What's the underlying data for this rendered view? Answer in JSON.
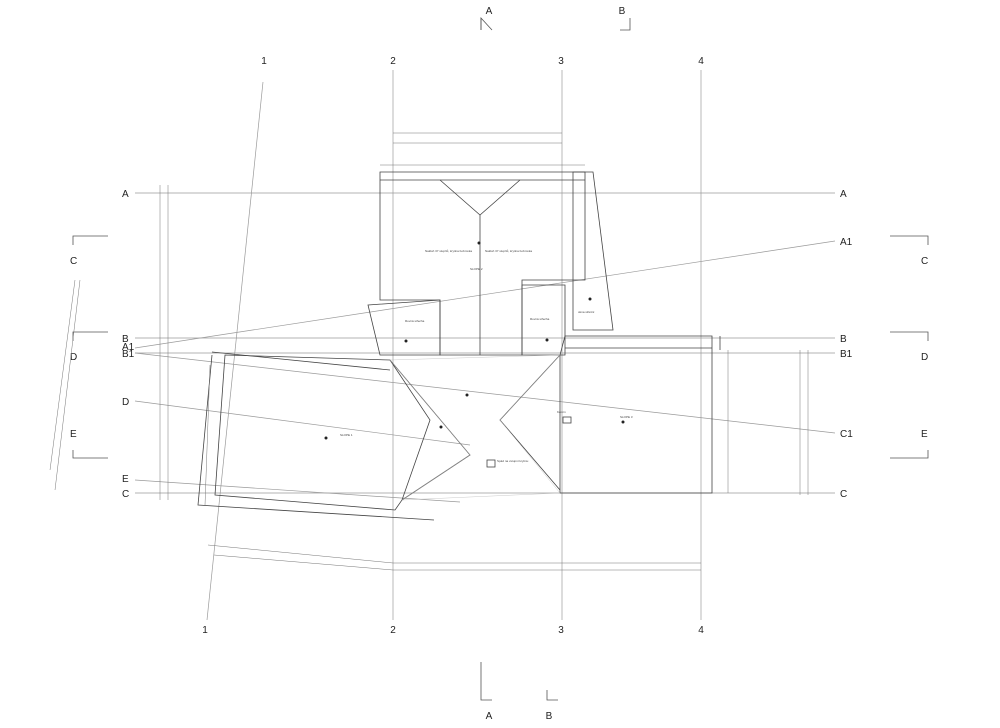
{
  "grid_labels_top": [
    "1",
    "2",
    "3",
    "4"
  ],
  "grid_labels_bottom": [
    "1",
    "2",
    "3",
    "4"
  ],
  "row_labels_left": [
    "A",
    "B",
    "A1",
    "B1",
    "D",
    "E",
    "C"
  ],
  "row_labels_right": [
    "A",
    "A1",
    "B",
    "B1",
    "C1",
    "C"
  ],
  "section_markers": {
    "top": [
      "A",
      "B"
    ],
    "bottom": [
      "A",
      "B"
    ],
    "left": [
      "C",
      "D",
      "E"
    ],
    "right": [
      "C",
      "D",
      "E"
    ]
  },
  "roof_notes": {
    "top_slope": "Nakloň 37 stupňů, krytina bobrovka",
    "top_slope_b": "Nakloň 37 stupňů, krytina bobrovka",
    "top_tag": "SLOPE 2",
    "left_slope": "Nakloň 37 stupňů, krytina bobrovka",
    "left_tag": "SLOPE 1",
    "right_slope": "Nakloň 37 stupňů, krytina bobrovka",
    "right_tag": "SLOPE 3",
    "center_box": "Spád na vstupní krytinu",
    "flat_note_left": "Rovná střecha",
    "flat_note_right": "Rovná střecha",
    "chimney": "Komín",
    "skylight": "okna střešní"
  },
  "icons": {
    "section_arrow": "section-arrow-icon",
    "level_marker": "level-marker-icon"
  },
  "colors": {
    "line": "#444444",
    "grid": "#9a9a9a",
    "hatch": "#bdbdbd"
  }
}
